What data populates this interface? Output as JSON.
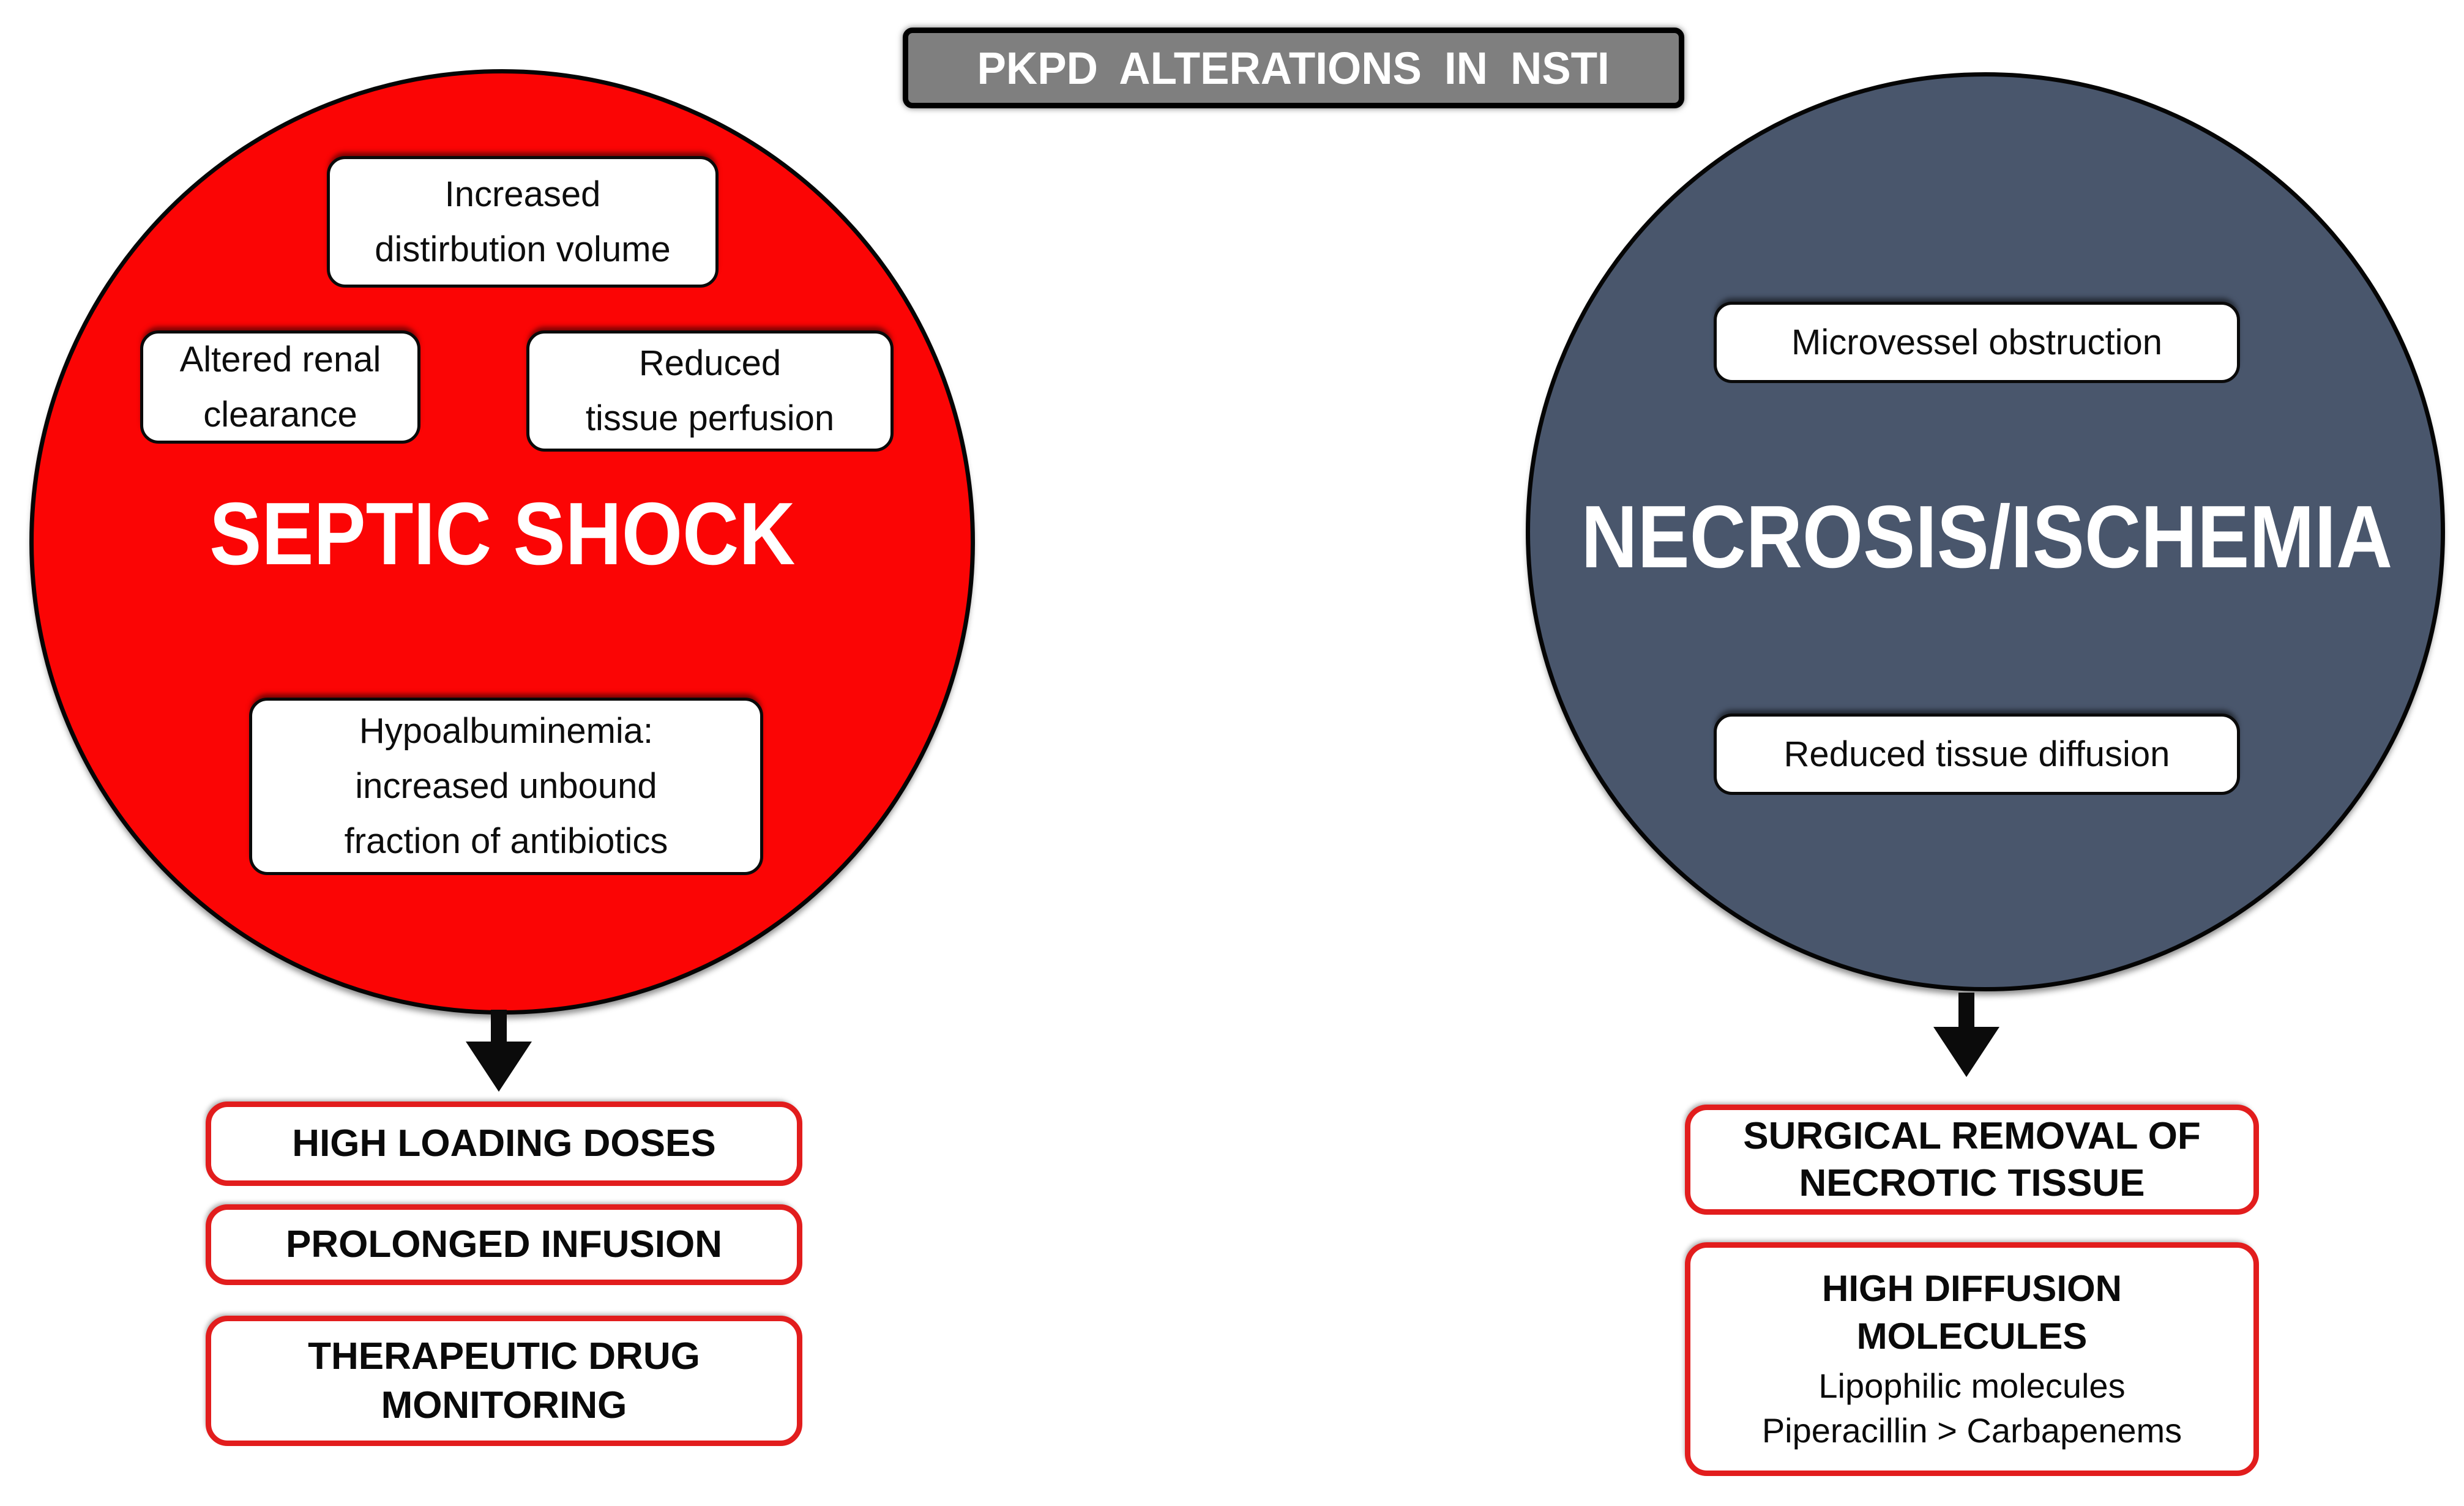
{
  "header": {
    "title": "PKPD ALTERATIONS IN NSTI"
  },
  "septic_shock": {
    "label": "SEPTIC SHOCK",
    "circle_color": "#fb0505",
    "factors": [
      {
        "text": "Increased\ndistirbution volume"
      },
      {
        "text": "Altered renal\nclearance"
      },
      {
        "text": "Reduced\ntissue perfusion"
      },
      {
        "text": "Hypoalbuminemia:\nincreased unbound\nfraction of antibiotics"
      }
    ],
    "interventions": [
      {
        "text": "HIGH LOADING DOSES"
      },
      {
        "text": "PROLONGED INFUSION"
      },
      {
        "text": "THERAPEUTIC DRUG\nMONITORING"
      }
    ]
  },
  "necrosis": {
    "label": "NECROSIS/ISCHEMIA",
    "circle_color": "#49566c",
    "factors": [
      {
        "text": "Microvessel obstruction"
      },
      {
        "text": "Reduced tissue diffusion"
      }
    ],
    "interventions": [
      {
        "text": "SURGICAL REMOVAL OF\nNECROTIC TISSUE"
      },
      {
        "heading": "HIGH DIFFUSION\nMOLECULES",
        "detail": "Lipophilic molecules\nPiperacillin > Carbapenems"
      }
    ]
  },
  "colors": {
    "title_background": "#7f7f7f",
    "title_text": "#ffffff",
    "septic_circle": "#fb0505",
    "necrosis_circle": "#49566c",
    "intervention_border": "#e21d1d",
    "outline": "#000000",
    "factor_background": "#ffffff",
    "factor_text": "#0d0d0d",
    "arrow": "#0b0b0b"
  }
}
